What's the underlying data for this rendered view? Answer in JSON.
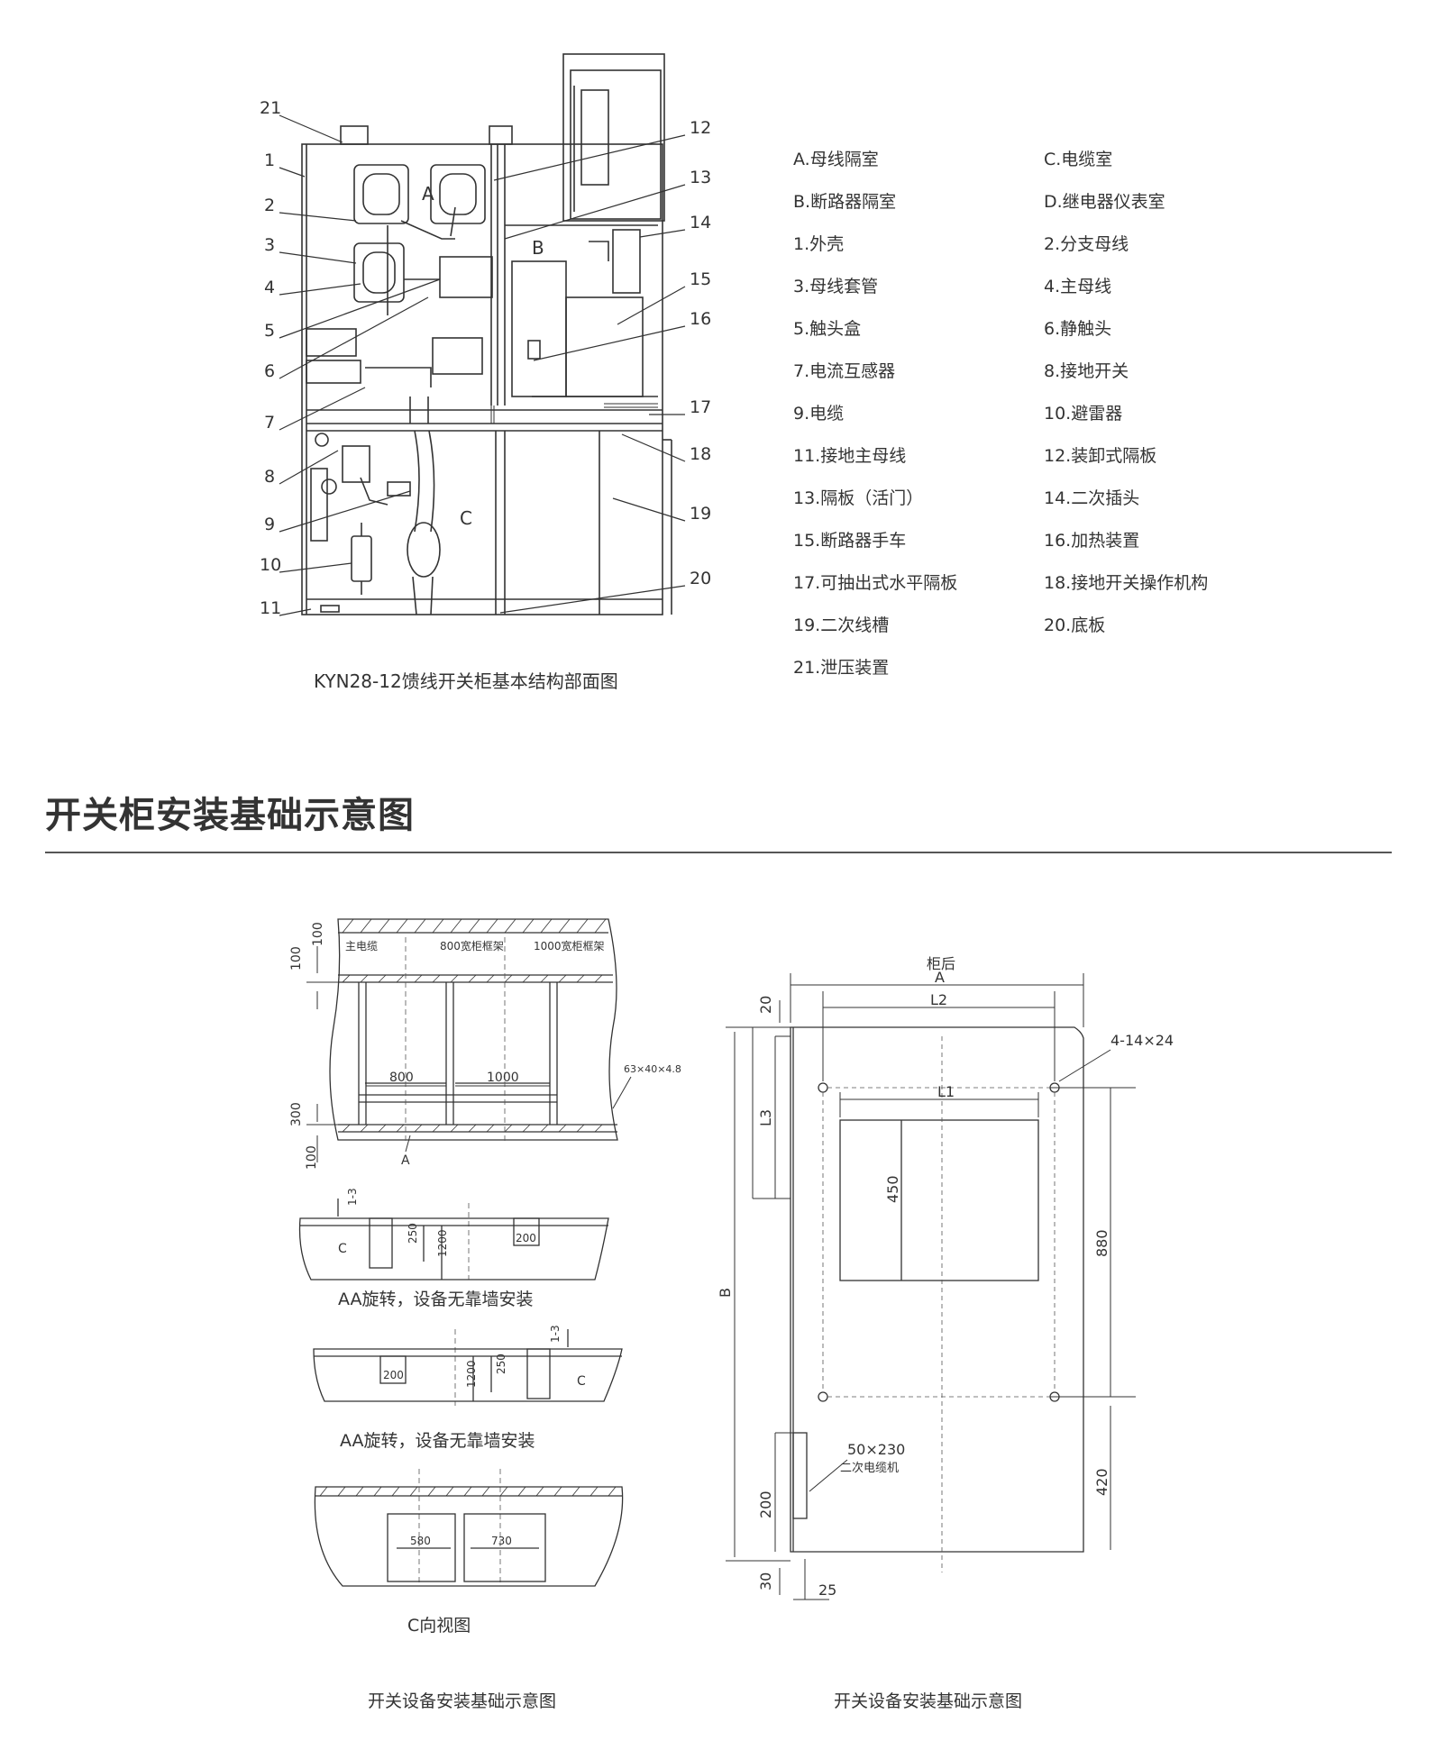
{
  "top_diagram": {
    "section_labels": [
      "A",
      "B",
      "C"
    ],
    "callouts": [
      "1",
      "2",
      "3",
      "4",
      "5",
      "6",
      "7",
      "8",
      "9",
      "10",
      "11",
      "12",
      "13",
      "14",
      "15",
      "16",
      "17",
      "18",
      "19",
      "20",
      "21"
    ],
    "caption": "KYN28-12馈线开关柜基本结构部面图"
  },
  "legend": {
    "left": [
      "A.母线隔室",
      "B.断路器隔室",
      "1.外壳",
      "3.母线套管",
      "5.触头盒",
      "7.电流互感器",
      "9.电缆",
      "11.接地主母线",
      "13.隔板（活门）",
      "15.断路器手车",
      "17.可抽出式水平隔板",
      "19.二次线槽",
      "21.泄压装置"
    ],
    "right": [
      "C.电缆室",
      "D.继电器仪表室",
      "2.分支母线",
      "4.主母线",
      "6.静触头",
      "8.接地开关",
      "10.避雷器",
      "12.装卸式隔板",
      "14.二次插头",
      "16.加热装置",
      "18.接地开关操作机构",
      "20.底板"
    ]
  },
  "section": {
    "title": "开关柜安装基础示意图"
  },
  "left_drawing": {
    "top_plan": {
      "labels": {
        "main_cable": "主电缆",
        "frame_800": "800宽柜框架",
        "frame_1000": "1000宽柜框架",
        "steel": "63×40×4.8"
      },
      "dims": {
        "d100a": "100",
        "d100b": "100",
        "d300": "300",
        "d100c": "100",
        "w800": "800",
        "w1000": "1000",
        "a": "A"
      }
    },
    "view1": {
      "dims": {
        "d13": "1-3",
        "c": "C",
        "d250": "250",
        "d1200": "1200",
        "d200": "200"
      },
      "caption": "AA旋转，设备无靠墙安装"
    },
    "view2": {
      "dims": {
        "d13": "1-3",
        "c": "C",
        "d250": "250",
        "d1200": "1200",
        "d200": "200"
      },
      "caption": "AA旋转，设备无靠墙安装"
    },
    "view3": {
      "dims": {
        "d580": "580",
        "d730": "730"
      },
      "caption": "C向视图"
    },
    "caption": "开关设备安装基础示意图"
  },
  "right_drawing": {
    "labels": {
      "back": "柜后",
      "a": "A",
      "l2": "L2",
      "l1": "L1",
      "holes": "4-14×24",
      "cable_hole": "50×230",
      "cable_hole_sub": "二次电缆机"
    },
    "dims": {
      "d20": "20",
      "l3": "L3",
      "d450": "450",
      "d880": "880",
      "b": "B",
      "d420": "420",
      "d200": "200",
      "d30": "30",
      "d25": "25"
    },
    "caption": "开关设备安装基础示意图"
  }
}
